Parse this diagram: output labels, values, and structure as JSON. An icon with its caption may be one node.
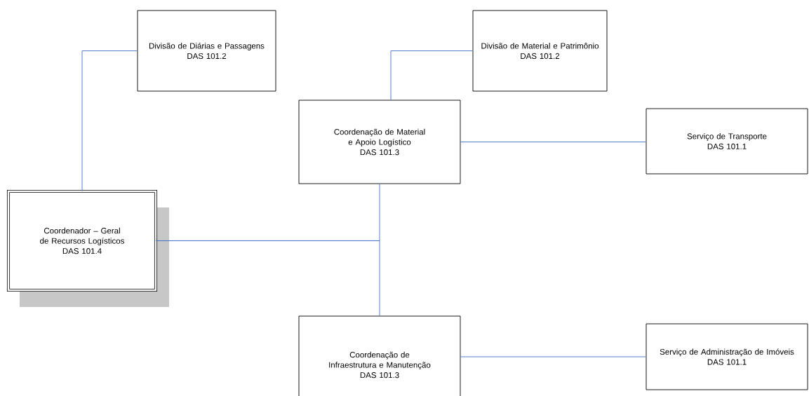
{
  "diagram": {
    "nodes": [
      {
        "text": [
          "Divisão de Diárias e Passagens",
          "DAS 101.2"
        ]
      },
      {
        "text": [
          "Divisão de Material e Patrimônio",
          "DAS 101.2"
        ]
      },
      {
        "text": [
          "Coordenação de Material e Apoio Logístico",
          "DAS 101.3"
        ]
      },
      {
        "text": [
          "Serviço de Transporte",
          "DAS 101.1"
        ]
      },
      {
        "text": [
          "Coordenador – Geral de Recursos Logísticos",
          "DAS 101.4"
        ]
      },
      {
        "text": [
          "Coordenação de Infraestrutura e Manutenção",
          "DAS 101.3"
        ]
      },
      {
        "text": [
          "Serviço de Administração de Imóveis",
          "DAS 101.1"
        ]
      }
    ],
    "edges": [
      {
        "from": 4,
        "to": 0,
        "arrow": "none"
      },
      {
        "from": 2,
        "to": 1,
        "arrow": "none"
      },
      {
        "from": 2,
        "to": 3,
        "arrow": "none"
      },
      {
        "from": 4,
        "to": 2,
        "arrow": "none"
      },
      {
        "from": 4,
        "to": 5,
        "arrow": "none"
      },
      {
        "from": 5,
        "to": 6,
        "arrow": "none"
      }
    ]
  }
}
